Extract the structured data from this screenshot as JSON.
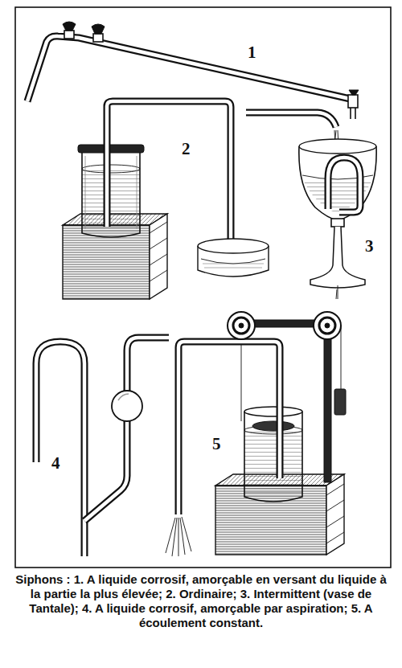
{
  "diagram": {
    "caption": "Siphons : 1. A liquide corrosif, amorçable en versant du liquide à la partie la plus élevée; 2. Ordinaire; 3. Intermittent (vase de Tantale); 4. A liquide corrosif, amorçable par aspiration; 5. A écoulement constant.",
    "labels": [
      "1",
      "2",
      "3",
      "4",
      "5"
    ]
  }
}
